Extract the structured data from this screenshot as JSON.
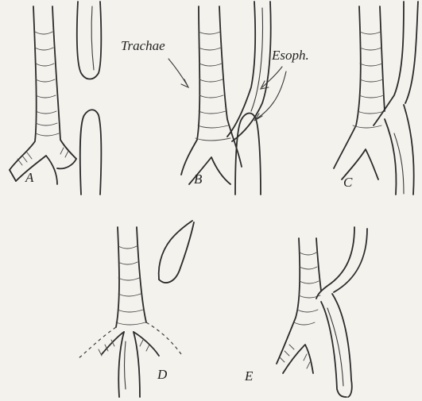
{
  "labels": {
    "trachea": "Trachae",
    "esophagus": "Esoph."
  },
  "panels": [
    {
      "letter": "A"
    },
    {
      "letter": "B"
    },
    {
      "letter": "C"
    },
    {
      "letter": "D"
    },
    {
      "letter": "E"
    }
  ]
}
